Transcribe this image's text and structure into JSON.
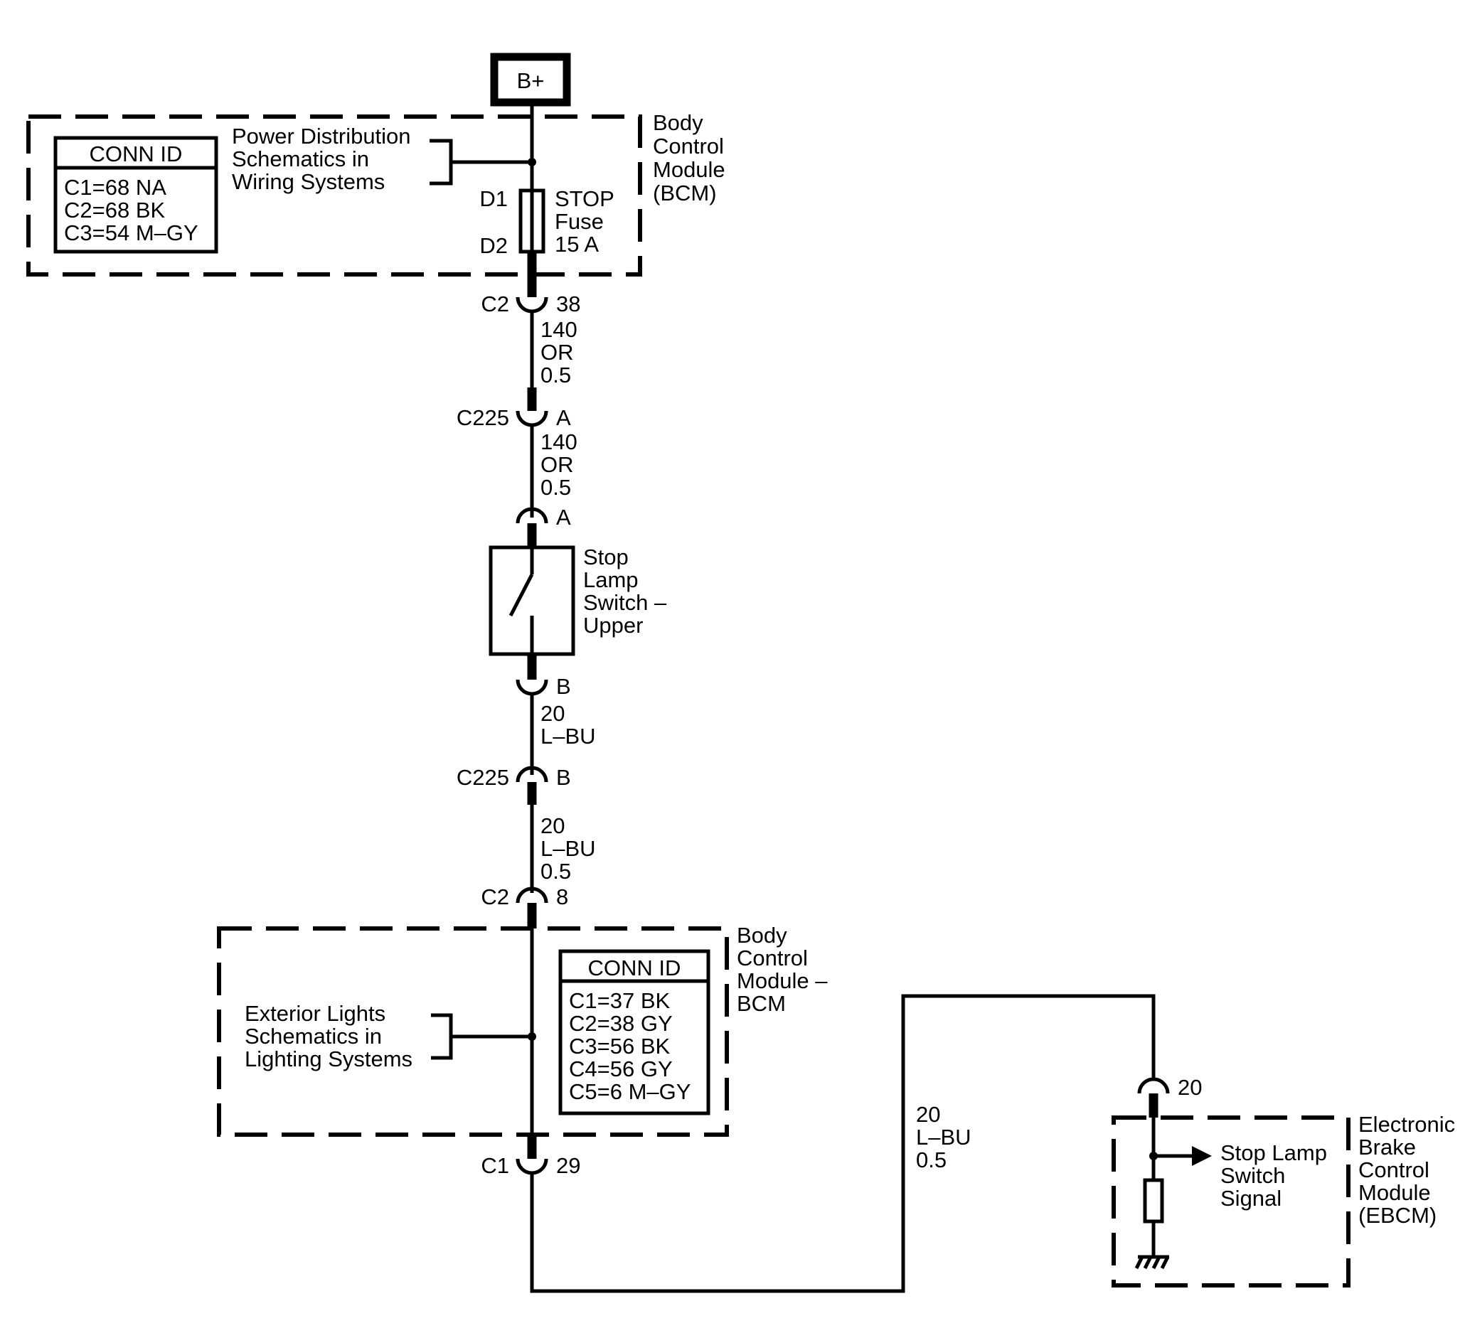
{
  "battery": "B+",
  "bcm_top": {
    "name_lines": [
      "Body",
      "Control",
      "Module",
      "(BCM)"
    ],
    "conn_title": "CONN ID",
    "conn_rows": [
      "C1=68 NA",
      "C2=68 BK",
      "C3=54 M–GY"
    ],
    "ref_lines": [
      "Power Distribution",
      "Schematics in",
      "Wiring Systems"
    ],
    "fuse_pin_in": "D1",
    "fuse_pin_out": "D2",
    "fuse_lines": [
      "STOP",
      "Fuse",
      "15 A"
    ]
  },
  "connectors": {
    "c2_38": {
      "name": "C2",
      "pin": "38"
    },
    "c225_a_upper": {
      "name": "C225",
      "pin": "A"
    },
    "switch_a": {
      "pin": "A"
    },
    "switch_b": {
      "pin": "B"
    },
    "c225_b": {
      "name": "C225",
      "pin": "B"
    },
    "c2_8": {
      "name": "C2",
      "pin": "8"
    },
    "c1_29": {
      "name": "C1",
      "pin": "29"
    },
    "ebcm_20": {
      "pin": "20"
    }
  },
  "wires": {
    "w1": [
      "140",
      "OR",
      "0.5"
    ],
    "w2": [
      "140",
      "OR",
      "0.5"
    ],
    "w3": [
      "20",
      "L–BU"
    ],
    "w4": [
      "20",
      "L–BU",
      "0.5"
    ],
    "w5": [
      "20",
      "L–BU",
      "0.5"
    ]
  },
  "switch": {
    "name_lines": [
      "Stop",
      "Lamp",
      "Switch –",
      "Upper"
    ]
  },
  "bcm_bottom": {
    "name_lines": [
      "Body",
      "Control",
      "Module –",
      "BCM"
    ],
    "conn_title": "CONN ID",
    "conn_rows": [
      "C1=37 BK",
      "C2=38 GY",
      "C3=56 BK",
      "C4=56 GY",
      "C5=6 M–GY"
    ],
    "ref_lines": [
      "Exterior Lights",
      "Schematics in",
      "Lighting Systems"
    ]
  },
  "ebcm": {
    "name_lines": [
      "Electronic",
      "Brake",
      "Control",
      "Module",
      "(EBCM)"
    ],
    "signal_lines": [
      "Stop Lamp",
      "Switch",
      "Signal"
    ]
  }
}
